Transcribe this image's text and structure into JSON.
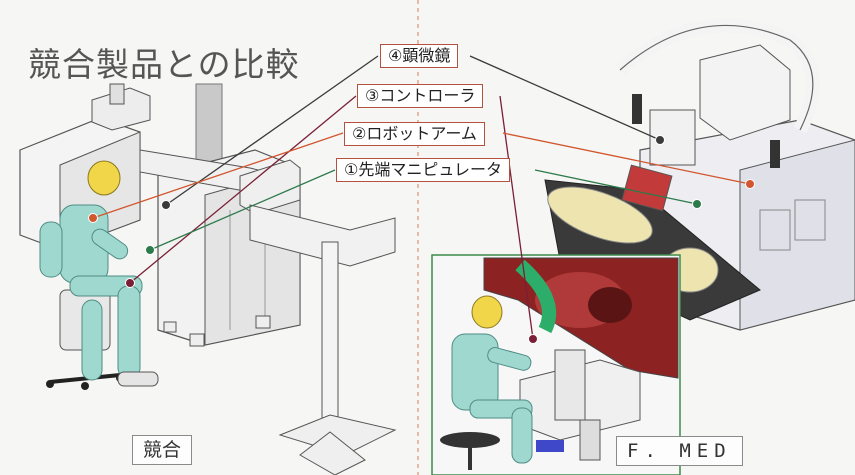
{
  "title": "競合製品との比較",
  "labels": [
    {
      "id": "microscope",
      "text": "④顕微鏡"
    },
    {
      "id": "controller",
      "text": "③コントローラ"
    },
    {
      "id": "robot_arm",
      "text": "②ロボットアーム"
    },
    {
      "id": "manipulator",
      "text": "①先端マニピュレータ"
    }
  ],
  "captions": {
    "competitor": "競合",
    "ours": "F. MED"
  },
  "colors": {
    "microscope_line": "#3a3a3a",
    "controller_line": "#7a1f36",
    "robot_arm_line": "#d2562e",
    "manipulator_line": "#2d7a4a",
    "label_border": "#b5523f",
    "divider": "#e0a58c",
    "mannequin_body": "#9fd8cf",
    "mannequin_head": "#f1d64a",
    "inset_border": "#3c8c4a"
  }
}
